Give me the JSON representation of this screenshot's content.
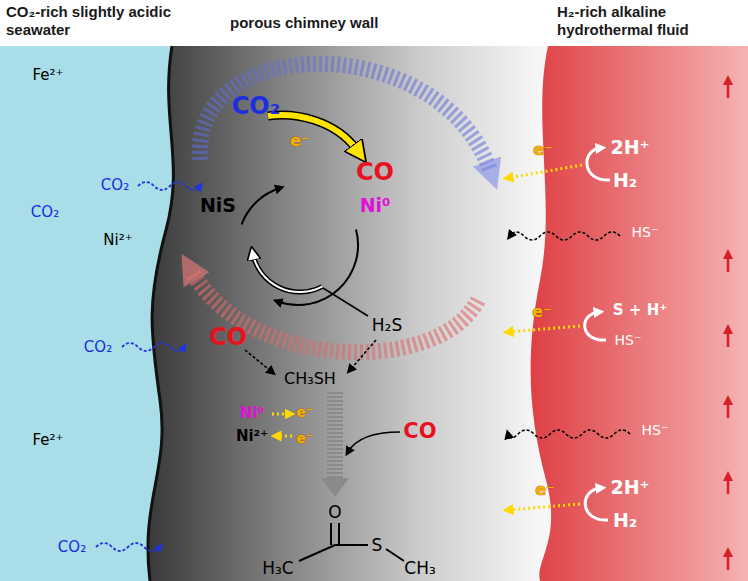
{
  "diagram": {
    "nodes": [
      {
        "text": [
          "CO₂-rich slightly acidic seawater"
        ]
      },
      {
        "text": [
          "porous chimney wall"
        ]
      },
      {
        "text": [
          "H₂-rich alkaline hydrothermal fluid"
        ]
      }
    ],
    "labels": [
      "Fe²⁺",
      "CO₂",
      "CO₂",
      "Ni²⁺",
      "CO₂",
      "Fe²⁺",
      "CO₂",
      "CO₂",
      "e⁻",
      "CO",
      "Ni⁰",
      "NiS",
      "CO",
      "H₂S",
      "CH₃SH",
      "Ni⁰",
      "Ni²⁺",
      "e⁻",
      "e⁻",
      "CO",
      "O",
      "H₃C",
      "S",
      "CH₃",
      "e⁻",
      "2H⁺",
      "H₂",
      "HS⁻",
      "e⁻",
      "S + H⁺",
      "HS⁻",
      "HS⁻",
      "e⁻",
      "2H⁺",
      "H₂"
    ]
  }
}
